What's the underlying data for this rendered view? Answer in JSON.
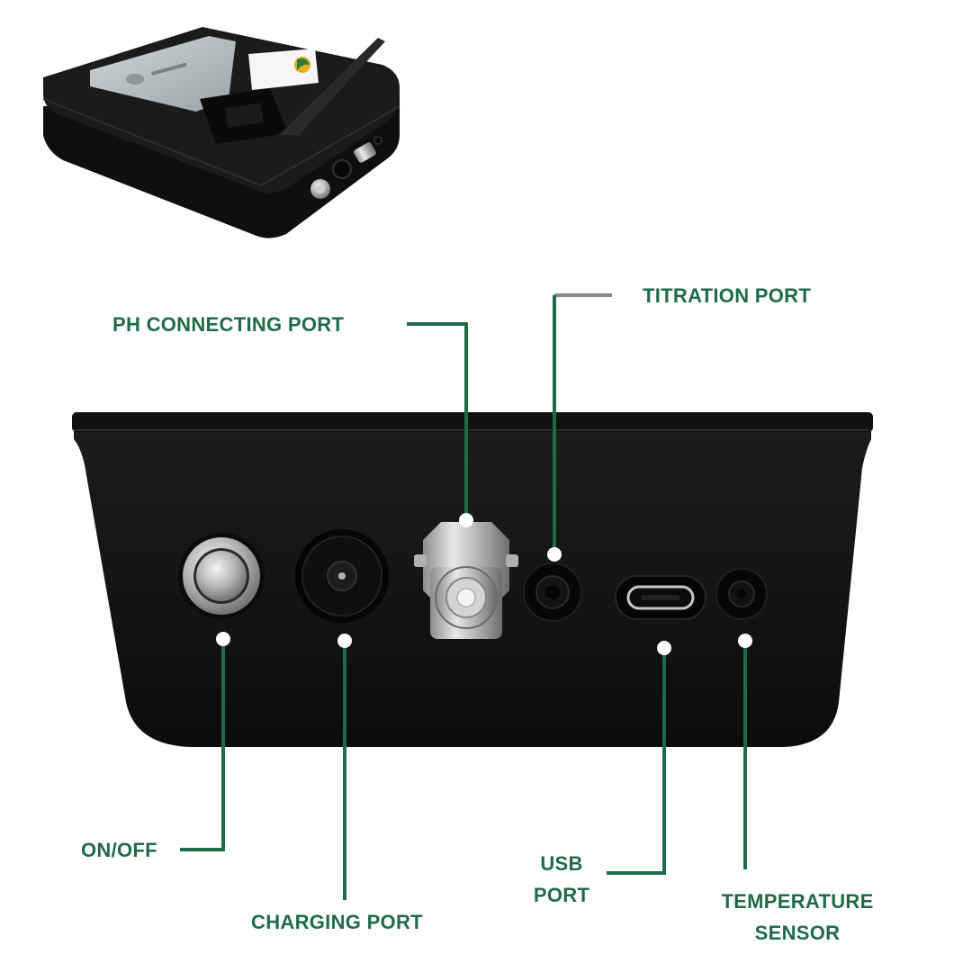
{
  "labels": {
    "ph_port": "PH  CONNECTING PORT",
    "titration_port": "TITRATION PORT",
    "on_off": "ON/OFF",
    "charging_port": "CHARGING  PORT",
    "usb_port_line1": "USB",
    "usb_port_line2": "PORT",
    "temperature_line1": "TEMPERATURE",
    "temperature_line2": "SENSOR"
  },
  "colors": {
    "accent": "#1f6b49",
    "device": "#141414",
    "leader_grey": "#8a8a8a"
  },
  "icons": [
    "power-button-icon",
    "dc-jack-icon",
    "bnc-connector-icon",
    "audio-jack-icon",
    "usb-c-icon",
    "temperature-jack-icon"
  ]
}
